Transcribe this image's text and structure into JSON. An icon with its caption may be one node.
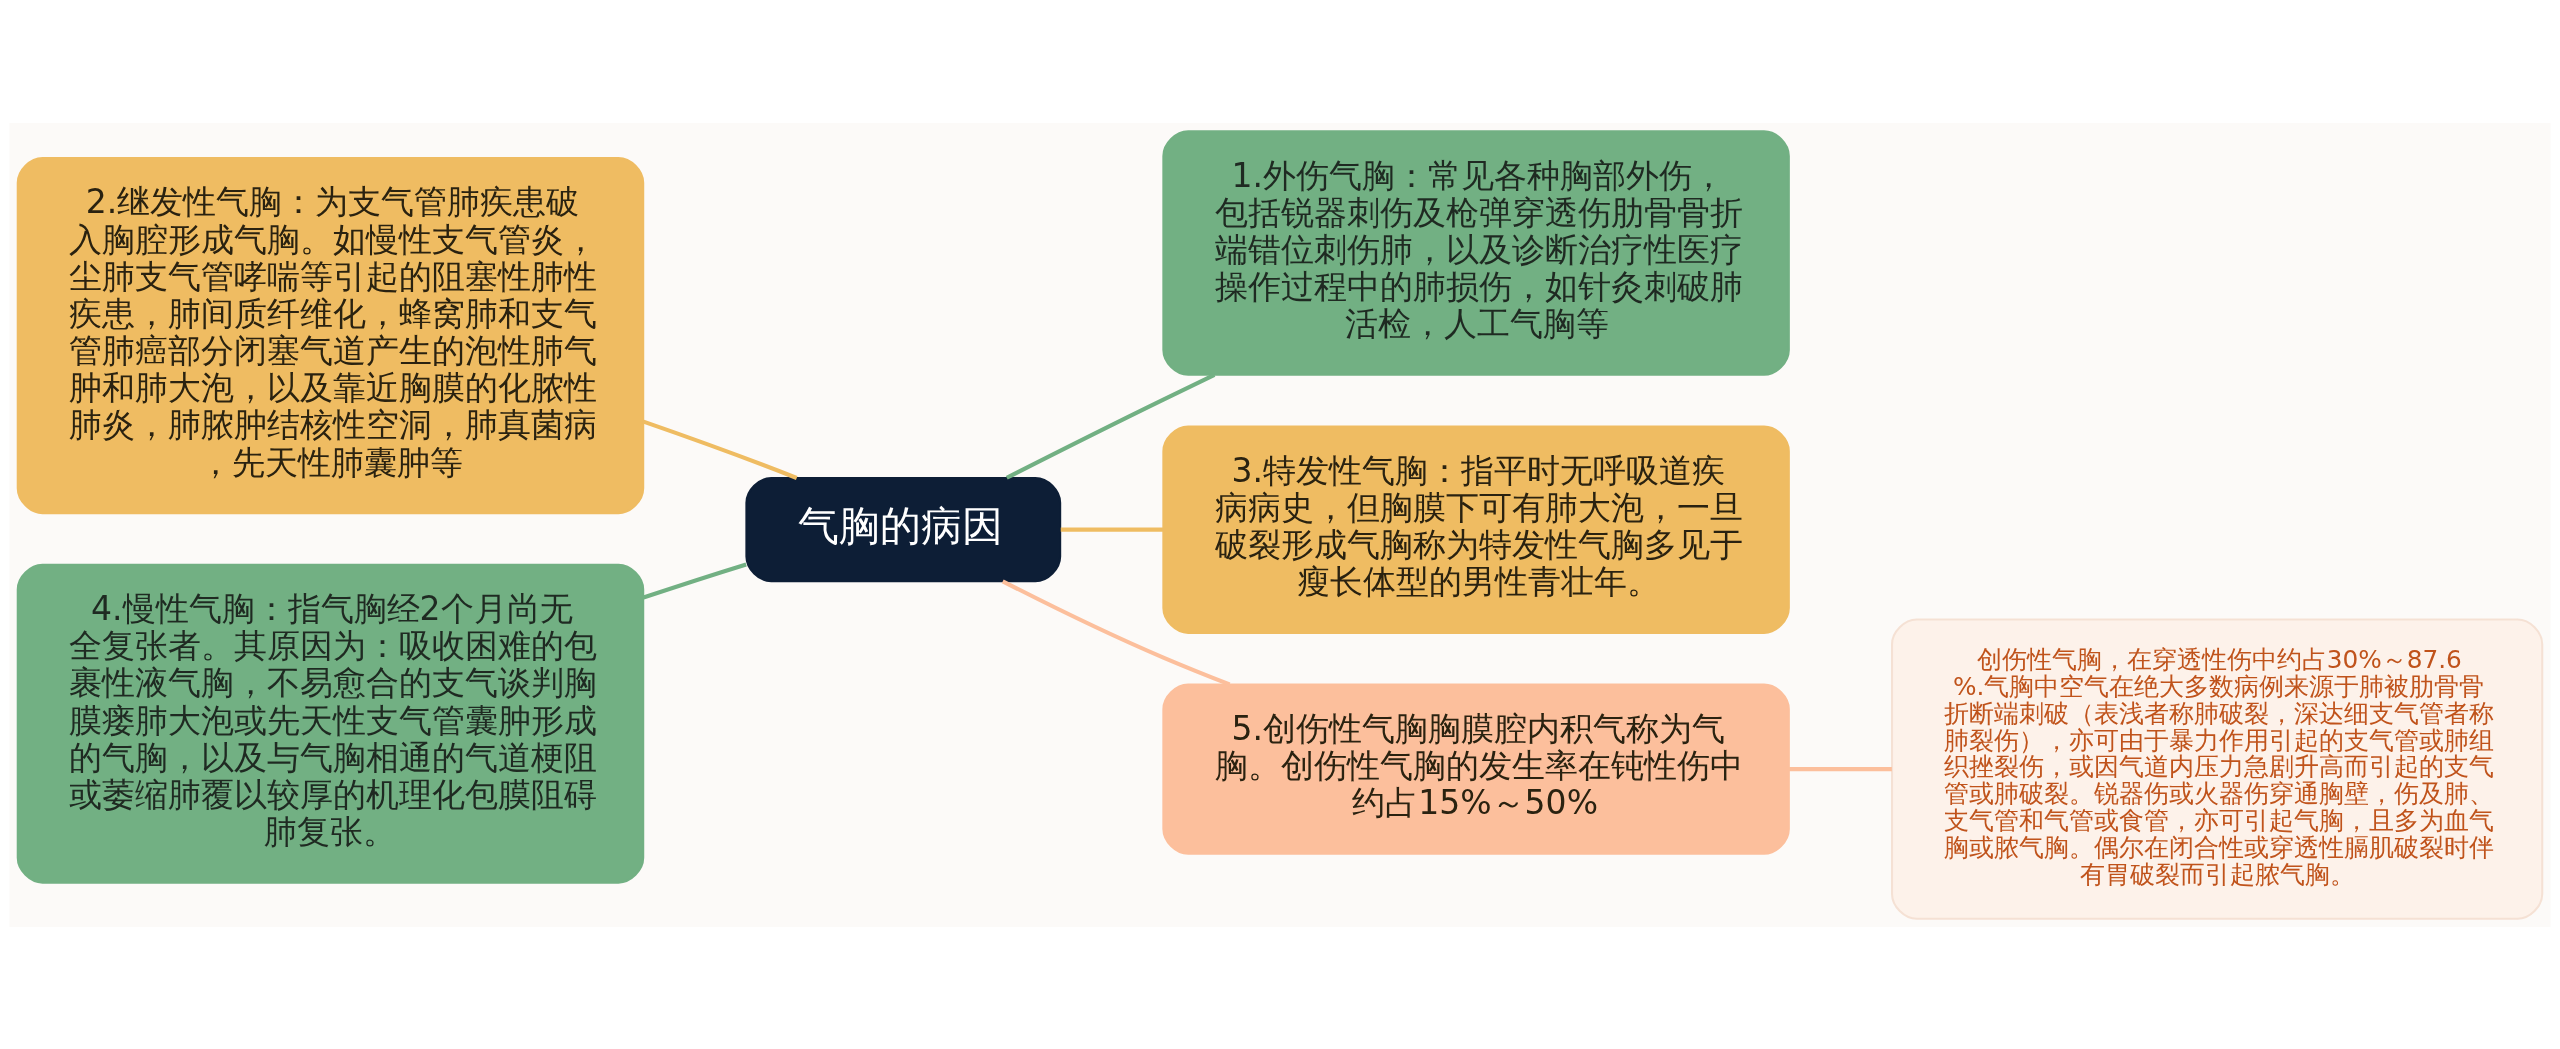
{
  "diagram": {
    "nodes": [
      {
        "text": [
          "气胸的病因"
        ]
      },
      {
        "text": [
          "1.外伤气胸：常见各种胸部外伤，包括锐器刺伤及枪弹穿透伤肋骨骨折端错位刺伤肺，以及诊断治疗性医疗操作过程中的肺损伤，如针灸刺破肺活检，人工气胸等"
        ]
      },
      {
        "text": [
          "2.继发性气胸：为支气管肺疾患破入胸腔形成气胸。如慢性支气管炎，尘肺支气管哮喘等引起的阻塞性肺性疾患，肺间质纤维化，蜂窝肺和支气管肺癌部分闭塞气道产生的泡性肺气肿和肺大泡，以及靠近胸膜的化脓性肺炎，肺脓肿结核性空洞，肺真菌病，先天性肺囊肿等"
        ]
      },
      {
        "text": [
          "3.特发性气胸：指平时无呼吸道疾病病史，但胸膜下可有肺大泡，一旦破裂形成气胸称为特发性气胸多见于瘦长体型的男性青壮年。"
        ]
      },
      {
        "text": [
          "4.慢性气胸：指气胸经2个月尚无全复张者。其原因为：吸收困难的包裹性液气胸，不易愈合的支气谈判胸膜瘘肺大泡或先天性支气管囊肿形成的气胸，以及与气胸相通的气道梗阻或萎缩肺覆以较厚的机理化包膜阻碍肺复张。"
        ]
      },
      {
        "text": [
          "5.创伤性气胸胸膜腔内积气称为气胸。创伤性气胸的发生率在钝性伤中约占15%～50%"
        ]
      },
      {
        "text": [
          "创伤性气胸，在穿透性伤中约占30%～87.6%.气胸中空气在绝大多数病例来源于肺被肋骨骨折断端刺破（表浅者称肺破裂，深达细支气管者称肺裂伤），亦可由于暴力作用引起的支气管或肺组织挫裂伤，或因气道内压力急剧升高而引起的支气管或肺破裂。锐器伤或火器伤穿通胸壁，伤及肺、支气管和气管或食管，亦可引起气胸，且多为血气胸或脓气胸。偶尔在闭合性或穿透性膈肌破裂时伴有胃破裂而引起脓气胸。"
        ]
      }
    ],
    "edges": [
      {
        "from": 0,
        "to": 1,
        "arrow": "none",
        "color": "#72b083"
      },
      {
        "from": 0,
        "to": 2,
        "arrow": "none",
        "color": "#efbc62"
      },
      {
        "from": 0,
        "to": 3,
        "arrow": "none",
        "color": "#efbc62"
      },
      {
        "from": 0,
        "to": 4,
        "arrow": "none",
        "color": "#72b083"
      },
      {
        "from": 0,
        "to": 5,
        "arrow": "none",
        "color": "#fcbf9c"
      },
      {
        "from": 5,
        "to": 6,
        "arrow": "none",
        "color": "#fcbf9c"
      }
    ]
  }
}
